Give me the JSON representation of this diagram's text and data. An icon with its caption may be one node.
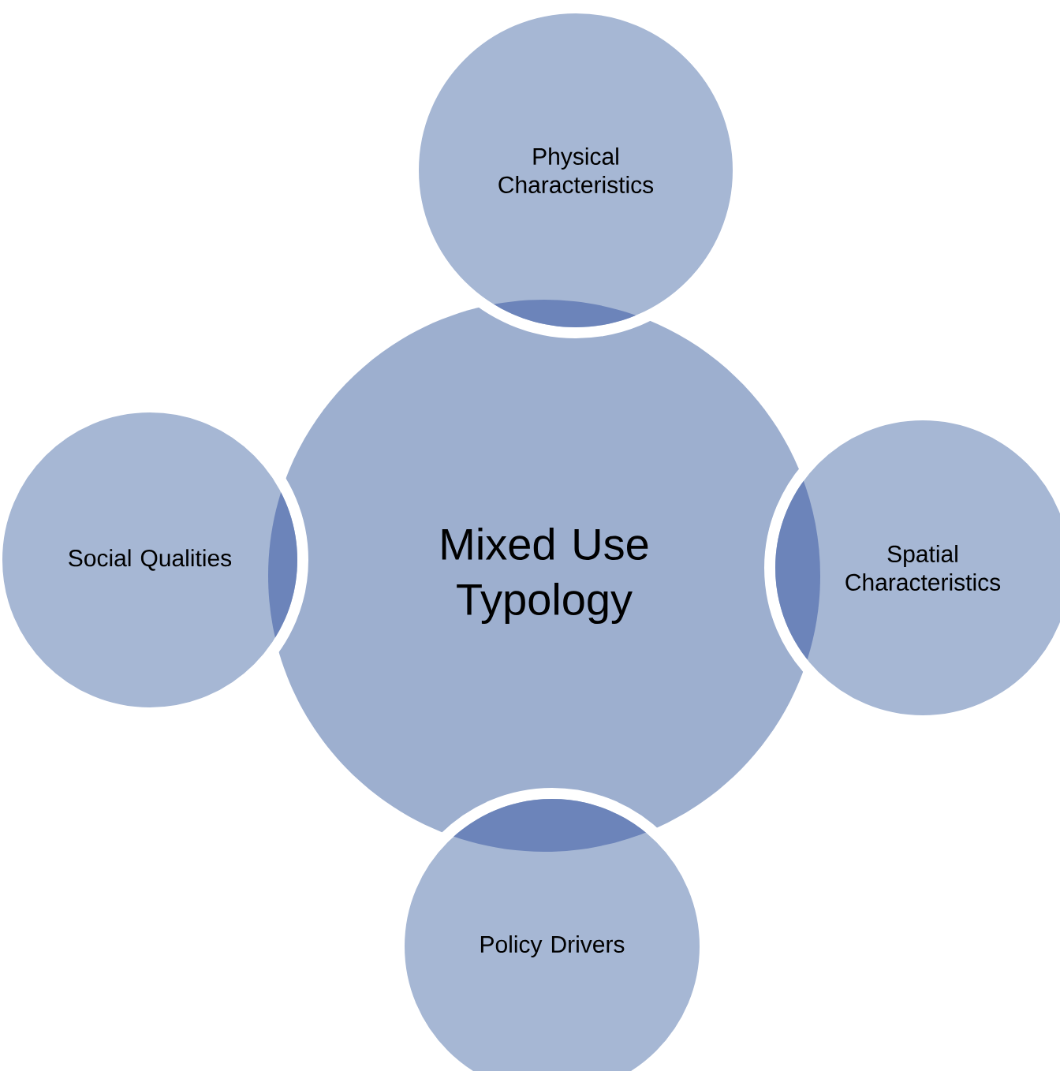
{
  "diagram": {
    "nodes": [
      {
        "text": [
          "Mixed Use Typology"
        ]
      },
      {
        "text": [
          "Physical Characteristics"
        ]
      },
      {
        "text": [
          "Social Qualities"
        ]
      },
      {
        "text": [
          "Spatial Characteristics"
        ]
      },
      {
        "text": [
          "Policy Drivers"
        ]
      }
    ]
  }
}
